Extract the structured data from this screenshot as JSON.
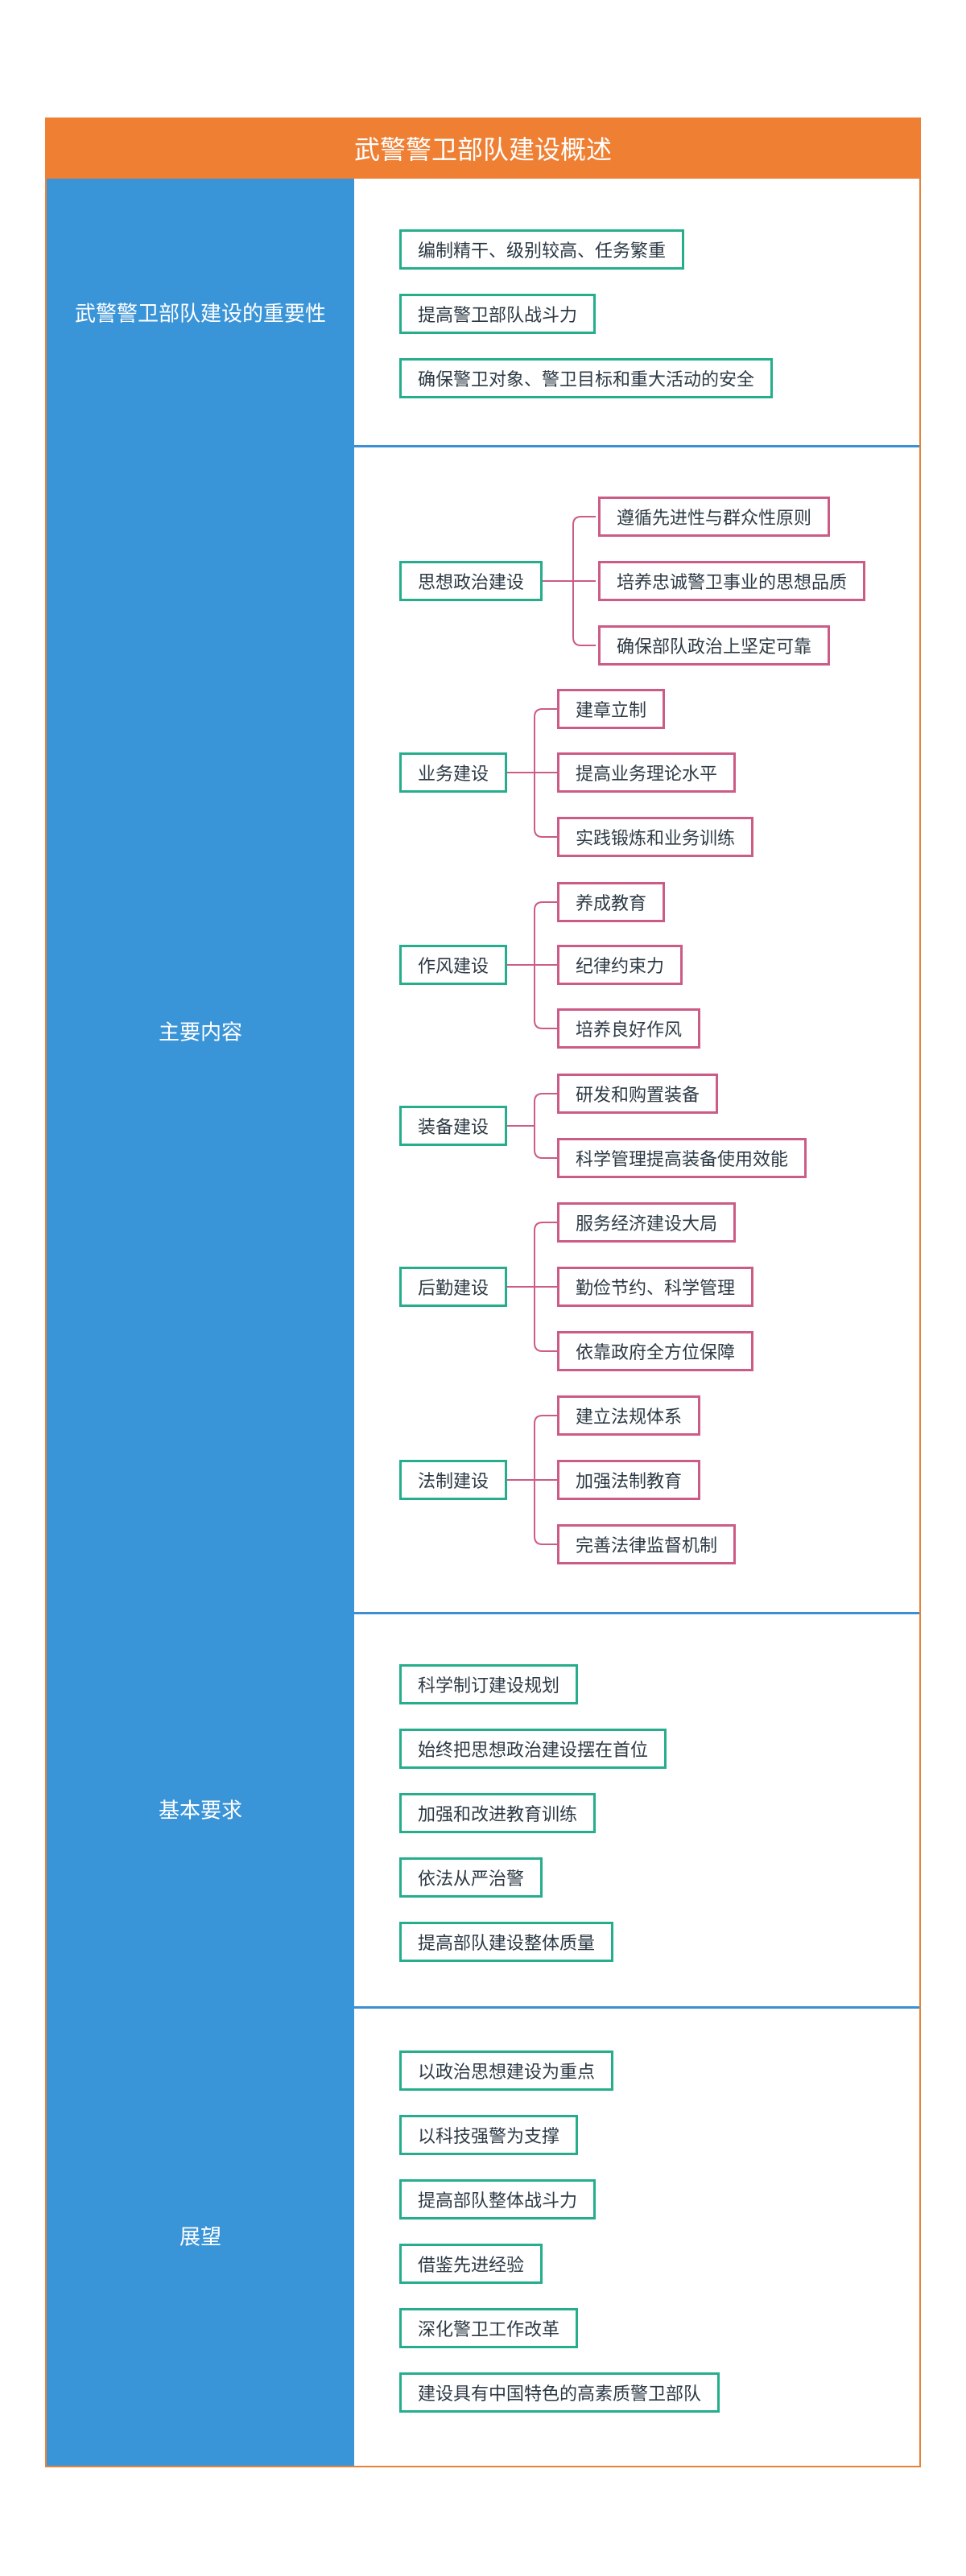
{
  "title": "武警警卫部队建设概述",
  "sections": [
    {
      "label": "武警警卫部队建设的重要性",
      "items": [
        {
          "text": "编制精干、级别较高、任务繁重"
        },
        {
          "text": "提高警卫部队战斗力"
        },
        {
          "text": "确保警卫对象、警卫目标和重大活动的安全"
        }
      ]
    },
    {
      "label": "主要内容",
      "items": [
        {
          "text": "思想政治建设",
          "children": [
            "遵循先进性与群众性原则",
            "培养忠诚警卫事业的思想品质",
            "确保部队政治上坚定可靠"
          ]
        },
        {
          "text": "业务建设",
          "children": [
            "建章立制",
            "提高业务理论水平",
            "实践锻炼和业务训练"
          ]
        },
        {
          "text": "作风建设",
          "children": [
            "养成教育",
            "纪律约束力",
            "培养良好作风"
          ]
        },
        {
          "text": "装备建设",
          "children": [
            "研发和购置装备",
            "科学管理提高装备使用效能"
          ]
        },
        {
          "text": "后勤建设",
          "children": [
            "服务经济建设大局",
            "勤俭节约、科学管理",
            "依靠政府全方位保障"
          ]
        },
        {
          "text": "法制建设",
          "children": [
            "建立法规体系",
            "加强法制教育",
            "完善法律监督机制"
          ]
        }
      ]
    },
    {
      "label": "基本要求",
      "items": [
        {
          "text": "科学制订建设规划"
        },
        {
          "text": "始终把思想政治建设摆在首位"
        },
        {
          "text": "加强和改进教育训练"
        },
        {
          "text": "依法从严治警"
        },
        {
          "text": "提高部队建设整体质量"
        }
      ]
    },
    {
      "label": "展望",
      "items": [
        {
          "text": "以政治思想建设为重点"
        },
        {
          "text": "以科技强警为支撑"
        },
        {
          "text": "提高部队整体战斗力"
        },
        {
          "text": "借鉴先进经验"
        },
        {
          "text": "深化警卫工作改革"
        },
        {
          "text": "建设具有中国特色的高素质警卫部队"
        }
      ]
    }
  ]
}
